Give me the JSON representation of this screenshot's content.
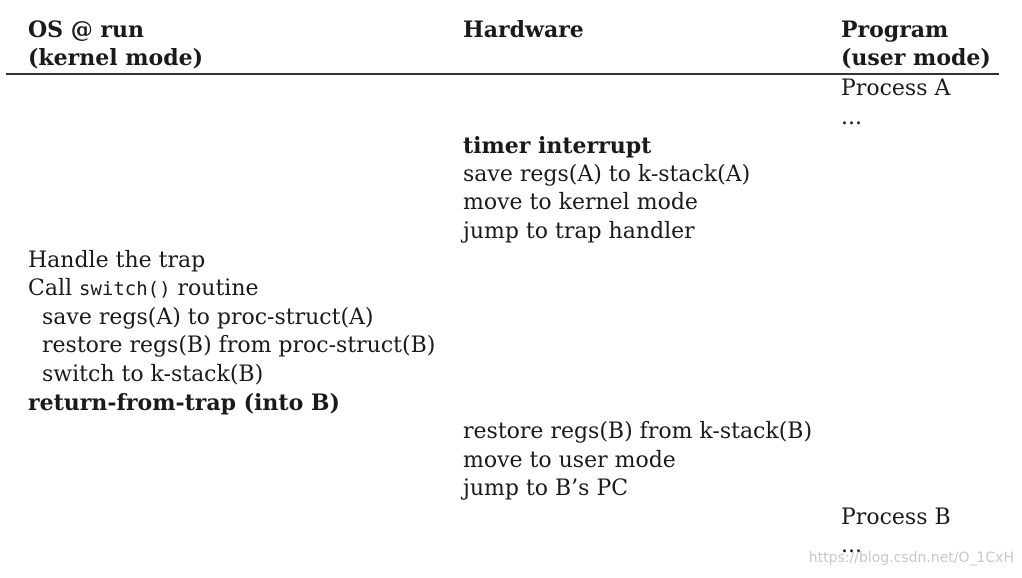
{
  "headers": {
    "os_line1": "OS @ run",
    "os_line2": "(kernel mode)",
    "hardware": "Hardware",
    "program_line1": "Program",
    "program_line2": "(user mode)"
  },
  "program": {
    "process_a": "Process A",
    "ellipsis_a": "...",
    "process_b": "Process B",
    "ellipsis_b": "..."
  },
  "hardware": {
    "timer_interrupt": "timer interrupt",
    "save_regs": "save regs(A) to k-stack(A)",
    "move_kernel": "move to kernel mode",
    "jump_handler": "jump to trap handler",
    "restore_regs": "restore regs(B) from k-stack(B)",
    "move_user": "move to user mode",
    "jump_pc": "jump to B’s PC"
  },
  "os": {
    "handle_trap": "Handle the trap",
    "call_prefix": "Call ",
    "call_code": "switch()",
    "call_suffix": " routine",
    "save_regs": "save regs(A) to proc-struct(A)",
    "restore_regs": "restore regs(B) from proc-struct(B)",
    "switch_stack": "switch to k-stack(B)",
    "return_from_trap": "return-from-trap (into B)"
  },
  "watermark": "https://blog.csdn.net/O_1CxH"
}
